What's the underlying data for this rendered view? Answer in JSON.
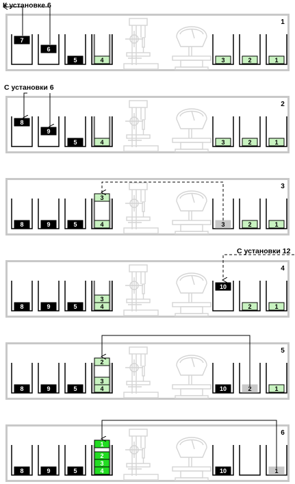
{
  "labels": {
    "to_station_6": "К установке 6",
    "from_station_6": "С установки 6",
    "from_station_12": "С установки  12"
  },
  "colors": {
    "frame": "#c8c8c8",
    "dark_box": "#000000",
    "green_light": "#c8f2c0",
    "green_bright": "#22dd22",
    "grey_box": "#c8c8c8"
  },
  "icons": [
    "drill-press-icon",
    "scale-icon"
  ],
  "panels": [
    {
      "number": "1",
      "bins": [
        {
          "boxes": [
            {
              "label": "7",
              "style": "dark",
              "pos": "top"
            }
          ]
        },
        {
          "boxes": [
            {
              "label": "6",
              "style": "dark",
              "pos": "mid"
            }
          ]
        },
        {
          "boxes": [
            {
              "label": "5",
              "style": "dark",
              "pos": "bottom"
            }
          ]
        },
        {
          "grey": true,
          "boxes": [
            {
              "label": "4",
              "style": "light",
              "pos": "bottom"
            }
          ]
        },
        {
          "boxes": [
            {
              "label": "3",
              "style": "light",
              "pos": "bottom"
            }
          ]
        },
        {
          "boxes": [
            {
              "label": "2",
              "style": "light",
              "pos": "bottom"
            }
          ]
        },
        {
          "boxes": [
            {
              "label": "1",
              "style": "light",
              "pos": "bottom"
            }
          ]
        }
      ]
    },
    {
      "number": "2",
      "bins": [
        {
          "boxes": [
            {
              "label": "8",
              "style": "dark",
              "pos": "top"
            }
          ]
        },
        {
          "boxes": [
            {
              "label": "9",
              "style": "dark",
              "pos": "mid"
            }
          ]
        },
        {
          "boxes": [
            {
              "label": "5",
              "style": "dark",
              "pos": "bottom"
            }
          ]
        },
        {
          "grey": true,
          "boxes": [
            {
              "label": "4",
              "style": "light",
              "pos": "bottom"
            }
          ]
        },
        {
          "boxes": [
            {
              "label": "3",
              "style": "light",
              "pos": "bottom"
            }
          ]
        },
        {
          "boxes": [
            {
              "label": "2",
              "style": "light",
              "pos": "bottom"
            }
          ]
        },
        {
          "boxes": [
            {
              "label": "1",
              "style": "light",
              "pos": "bottom"
            }
          ]
        }
      ]
    },
    {
      "number": "3",
      "bins": [
        {
          "boxes": [
            {
              "label": "8",
              "style": "dark",
              "pos": "bottom"
            }
          ]
        },
        {
          "boxes": [
            {
              "label": "9",
              "style": "dark",
              "pos": "bottom"
            }
          ]
        },
        {
          "boxes": [
            {
              "label": "5",
              "style": "dark",
              "pos": "bottom"
            }
          ]
        },
        {
          "grey": true,
          "boxes": [
            {
              "label": "3",
              "style": "light",
              "pos": "rim"
            },
            {
              "label": "4",
              "style": "light",
              "pos": "bottom"
            }
          ]
        },
        {
          "boxes": [
            {
              "label": "3",
              "style": "grey",
              "pos": "bottom"
            }
          ]
        },
        {
          "boxes": [
            {
              "label": "2",
              "style": "light",
              "pos": "bottom"
            }
          ]
        },
        {
          "boxes": [
            {
              "label": "1",
              "style": "light",
              "pos": "bottom"
            }
          ]
        }
      ]
    },
    {
      "number": "4",
      "bins": [
        {
          "boxes": [
            {
              "label": "8",
              "style": "dark",
              "pos": "bottom"
            }
          ]
        },
        {
          "boxes": [
            {
              "label": "9",
              "style": "dark",
              "pos": "bottom"
            }
          ]
        },
        {
          "boxes": [
            {
              "label": "5",
              "style": "dark",
              "pos": "bottom"
            }
          ]
        },
        {
          "grey": true,
          "boxes": [
            {
              "label": "3",
              "style": "light",
              "pos": "s2"
            },
            {
              "label": "4",
              "style": "light",
              "pos": "bottom"
            }
          ]
        },
        {
          "boxes": [
            {
              "label": "10",
              "style": "dark",
              "pos": "top"
            }
          ]
        },
        {
          "boxes": [
            {
              "label": "2",
              "style": "light",
              "pos": "bottom"
            }
          ]
        },
        {
          "boxes": [
            {
              "label": "1",
              "style": "light",
              "pos": "bottom"
            }
          ]
        }
      ]
    },
    {
      "number": "5",
      "bins": [
        {
          "boxes": [
            {
              "label": "8",
              "style": "dark",
              "pos": "bottom"
            }
          ]
        },
        {
          "boxes": [
            {
              "label": "9",
              "style": "dark",
              "pos": "bottom"
            }
          ]
        },
        {
          "boxes": [
            {
              "label": "5",
              "style": "dark",
              "pos": "bottom"
            }
          ]
        },
        {
          "grey": true,
          "boxes": [
            {
              "label": "2",
              "style": "light",
              "pos": "rim"
            },
            {
              "label": "3",
              "style": "light",
              "pos": "s2"
            },
            {
              "label": "4",
              "style": "light",
              "pos": "bottom"
            }
          ]
        },
        {
          "boxes": [
            {
              "label": "10",
              "style": "dark",
              "pos": "bottom"
            }
          ]
        },
        {
          "boxes": [
            {
              "label": "2",
              "style": "grey",
              "pos": "bottom"
            }
          ]
        },
        {
          "boxes": [
            {
              "label": "1",
              "style": "light",
              "pos": "bottom"
            }
          ]
        }
      ]
    },
    {
      "number": "6",
      "bins": [
        {
          "boxes": [
            {
              "label": "8",
              "style": "dark",
              "pos": "bottom"
            }
          ]
        },
        {
          "boxes": [
            {
              "label": "9",
              "style": "dark",
              "pos": "bottom"
            }
          ]
        },
        {
          "boxes": [
            {
              "label": "5",
              "style": "dark",
              "pos": "bottom"
            }
          ]
        },
        {
          "grey": true,
          "boxes": [
            {
              "label": "1",
              "style": "bright",
              "pos": "rim"
            },
            {
              "label": "2",
              "style": "bright",
              "pos": "s3"
            },
            {
              "label": "3",
              "style": "bright",
              "pos": "s2"
            },
            {
              "label": "4",
              "style": "bright",
              "pos": "bottom"
            }
          ]
        },
        {
          "boxes": [
            {
              "label": "10",
              "style": "dark",
              "pos": "bottom"
            }
          ]
        },
        {
          "boxes": []
        },
        {
          "boxes": [
            {
              "label": "1",
              "style": "grey",
              "pos": "bottom"
            }
          ]
        }
      ]
    }
  ]
}
